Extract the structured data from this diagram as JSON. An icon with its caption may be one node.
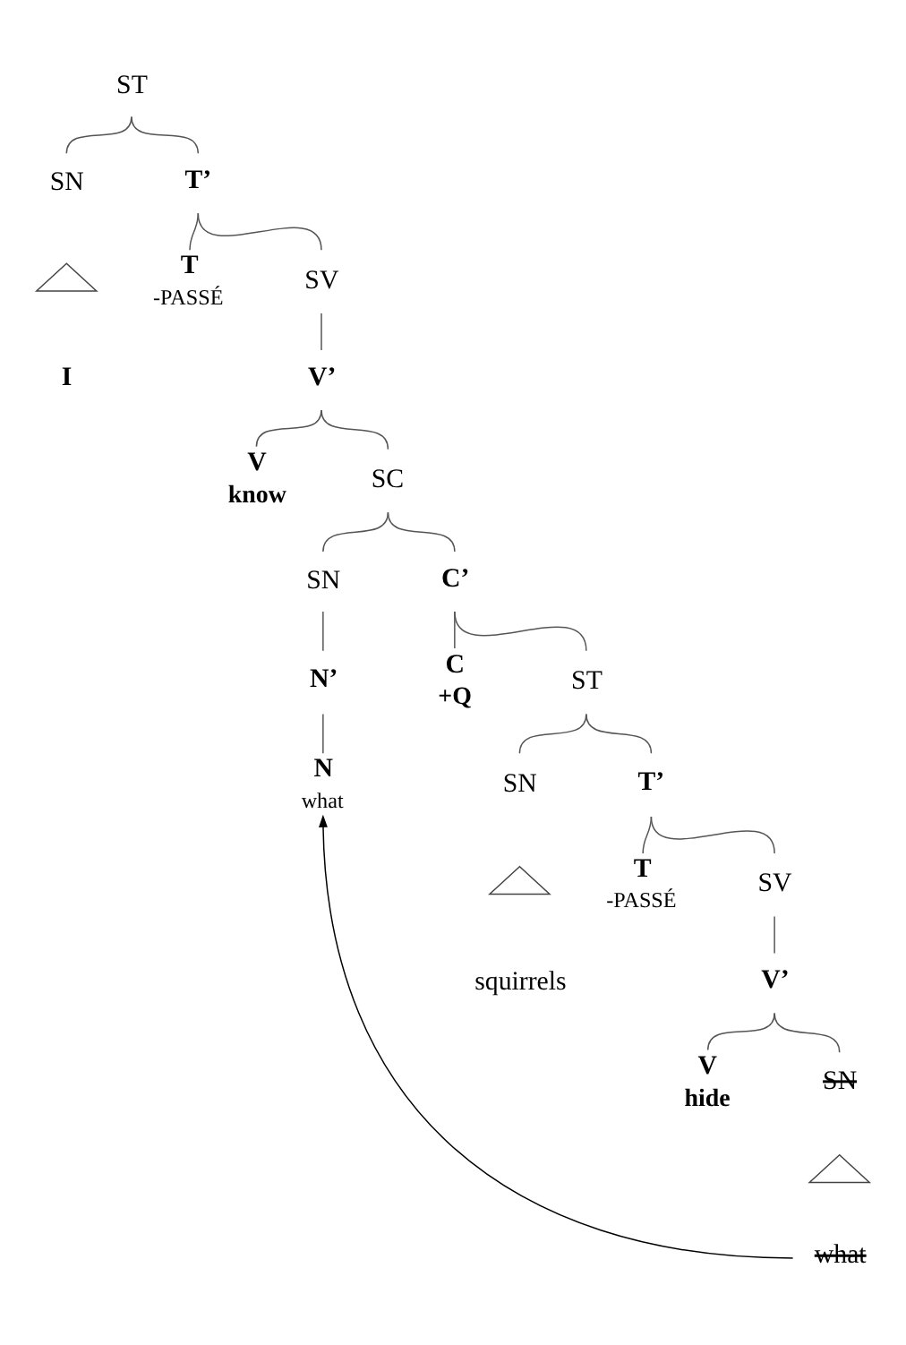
{
  "diagram": {
    "nodes": [
      {
        "text": [
          "ST"
        ]
      },
      {
        "text": [
          "SN"
        ]
      },
      {
        "text": [],
        "shape": "triangle"
      },
      {
        "text": [
          "I"
        ]
      },
      {
        "text": [
          "T’"
        ]
      },
      {
        "text": [
          "T",
          "-PASSÉ"
        ]
      },
      {
        "text": [
          "SV"
        ]
      },
      {
        "text": [
          "V’"
        ]
      },
      {
        "text": [
          "V",
          "know"
        ]
      },
      {
        "text": [
          "SC"
        ]
      },
      {
        "text": [
          "SN"
        ]
      },
      {
        "text": [
          "N’"
        ]
      },
      {
        "text": [
          "N",
          "what"
        ]
      },
      {
        "text": [
          "C’"
        ]
      },
      {
        "text": [
          "C",
          "+Q"
        ]
      },
      {
        "text": [
          "ST"
        ]
      },
      {
        "text": [
          "SN"
        ]
      },
      {
        "text": [],
        "shape": "triangle"
      },
      {
        "text": [
          "squirrels"
        ]
      },
      {
        "text": [
          "T’"
        ]
      },
      {
        "text": [
          "T",
          "-PASSÉ"
        ]
      },
      {
        "text": [
          "SV"
        ]
      },
      {
        "text": [
          "V’"
        ]
      },
      {
        "text": [
          "V",
          "hide"
        ]
      },
      {
        "text": [
          "SN"
        ]
      },
      {
        "text": [],
        "shape": "triangle"
      },
      {
        "text": [
          "what"
        ]
      }
    ],
    "edges": [
      {
        "from": 0,
        "to": 1,
        "arrow": "none"
      },
      {
        "from": 0,
        "to": 4,
        "arrow": "none"
      },
      {
        "from": 4,
        "to": 5,
        "arrow": "none"
      },
      {
        "from": 4,
        "to": 6,
        "arrow": "none"
      },
      {
        "from": 6,
        "to": 7,
        "arrow": "none"
      },
      {
        "from": 7,
        "to": 8,
        "arrow": "none"
      },
      {
        "from": 7,
        "to": 9,
        "arrow": "none"
      },
      {
        "from": 9,
        "to": 10,
        "arrow": "none"
      },
      {
        "from": 9,
        "to": 13,
        "arrow": "none"
      },
      {
        "from": 10,
        "to": 11,
        "arrow": "none"
      },
      {
        "from": 11,
        "to": 12,
        "arrow": "none"
      },
      {
        "from": 13,
        "to": 14,
        "arrow": "none"
      },
      {
        "from": 13,
        "to": 15,
        "arrow": "none"
      },
      {
        "from": 15,
        "to": 16,
        "arrow": "none"
      },
      {
        "from": 15,
        "to": 19,
        "arrow": "none"
      },
      {
        "from": 19,
        "to": 20,
        "arrow": "none"
      },
      {
        "from": 19,
        "to": 21,
        "arrow": "none"
      },
      {
        "from": 21,
        "to": 22,
        "arrow": "none"
      },
      {
        "from": 22,
        "to": 23,
        "arrow": "none"
      },
      {
        "from": 22,
        "to": 24,
        "arrow": "none"
      },
      {
        "from": 26,
        "to": 12,
        "arrow": "to"
      }
    ]
  }
}
